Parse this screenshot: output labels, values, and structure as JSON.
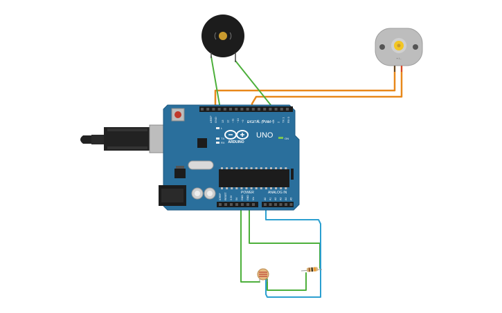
{
  "board": {
    "brand": "ARDUINO",
    "model": "UNO",
    "digital_header": "DIGITAL (PWM~)",
    "power_header": "POWER",
    "analog_header": "ANALOG IN",
    "on_label": "ON",
    "tx_label": "TX",
    "rx_label": "RX",
    "l_label": "L",
    "aref": "AREF",
    "gnd": "GND",
    "digital_pins": [
      "13",
      "12",
      "~11",
      "~10",
      "~9",
      "8",
      "7",
      "~6",
      "~5",
      "4",
      "~3",
      "2",
      "TX 1",
      "RX 0"
    ],
    "power_pins": [
      "IOREF",
      "RESET",
      "3.3V",
      "5V",
      "GND",
      "GND",
      "Vin"
    ],
    "analog_pins": [
      "A0",
      "A1",
      "A2",
      "A3",
      "A4",
      "A5"
    ]
  },
  "motor": {
    "label": "+ / -"
  },
  "colors": {
    "board_blue": "#2a6f9c",
    "board_edge": "#1f5a82",
    "wire_orange": "#e8881a",
    "wire_green": "#4caf3a",
    "wire_blue": "#2b9fd0",
    "header_black": "#1c1c1c"
  },
  "icons": [
    "buzzer-icon",
    "dc-motor-icon",
    "usb-plug-icon",
    "photoresistor-icon",
    "resistor-icon",
    "arduino-logo-icon"
  ]
}
